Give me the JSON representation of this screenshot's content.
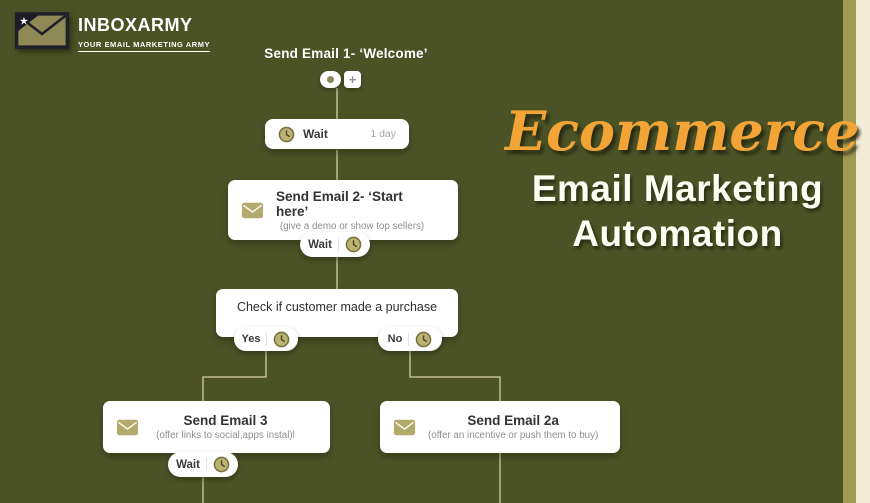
{
  "colors": {
    "bg": "#4b5326",
    "line": "#d6cfa2",
    "accent-orange": "#f2a437",
    "cream": "#f3edd8",
    "gold-stripe": "#a39a52"
  },
  "logo": {
    "name": "INBOXARMY",
    "tagline": "YOUR EMAIL MARKETING ARMY"
  },
  "headline": {
    "script": "Ecommerce",
    "line1": "Email Marketing",
    "line2": "Automation"
  },
  "flow": {
    "title": "Send Email 1- ‘Welcome’",
    "start_plus": "+",
    "wait1": {
      "label": "Wait",
      "duration": "1 day"
    },
    "email2": {
      "title": "Send Email 2- ‘Start here’",
      "subtitle": "(give a demo or show top sellers)"
    },
    "wait2": {
      "label": "Wait"
    },
    "decision": {
      "label": "Check if customer made a purchase"
    },
    "yes_label": "Yes",
    "no_label": "No",
    "email3": {
      "title": "Send Email 3",
      "subtitle": "(offer links to social,apps instal)l"
    },
    "wait3": {
      "label": "Wait"
    },
    "email2a": {
      "title": "Send Email 2a",
      "subtitle": "(offer an incentive or push them to buy)"
    }
  }
}
